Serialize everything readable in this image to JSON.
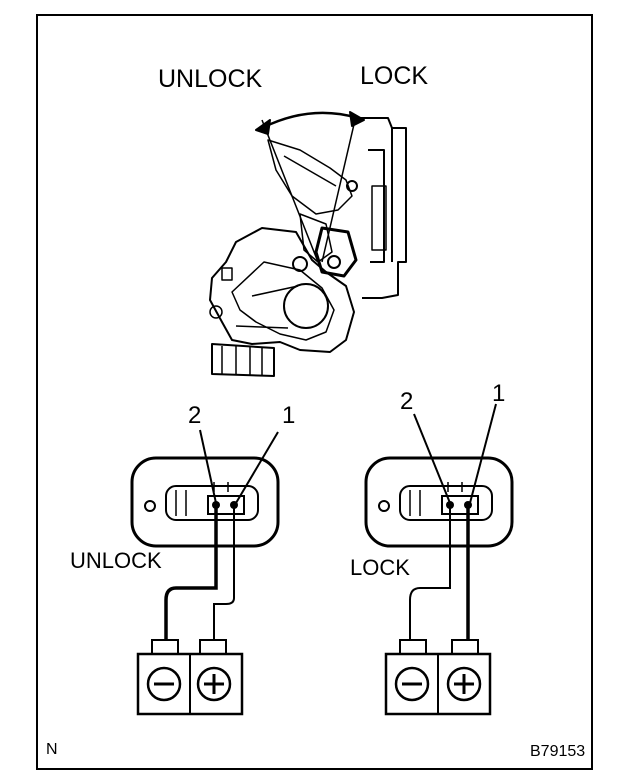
{
  "actuator": {
    "unlock_label": "UNLOCK",
    "lock_label": "LOCK"
  },
  "connectors": [
    {
      "state_label": "UNLOCK",
      "pin2_label": "2",
      "pin1_label": "1",
      "battery": {
        "left_terminal": "⊖",
        "right_terminal": "⊕"
      }
    },
    {
      "state_label": "LOCK",
      "pin2_label": "2",
      "pin1_label": "1",
      "battery": {
        "left_terminal": "⊖",
        "right_terminal": "⊕"
      }
    }
  ],
  "footer": {
    "corner_mark": "N",
    "figure_code": "B79153"
  },
  "colors": {
    "line": "#000000",
    "background": "#ffffff"
  }
}
